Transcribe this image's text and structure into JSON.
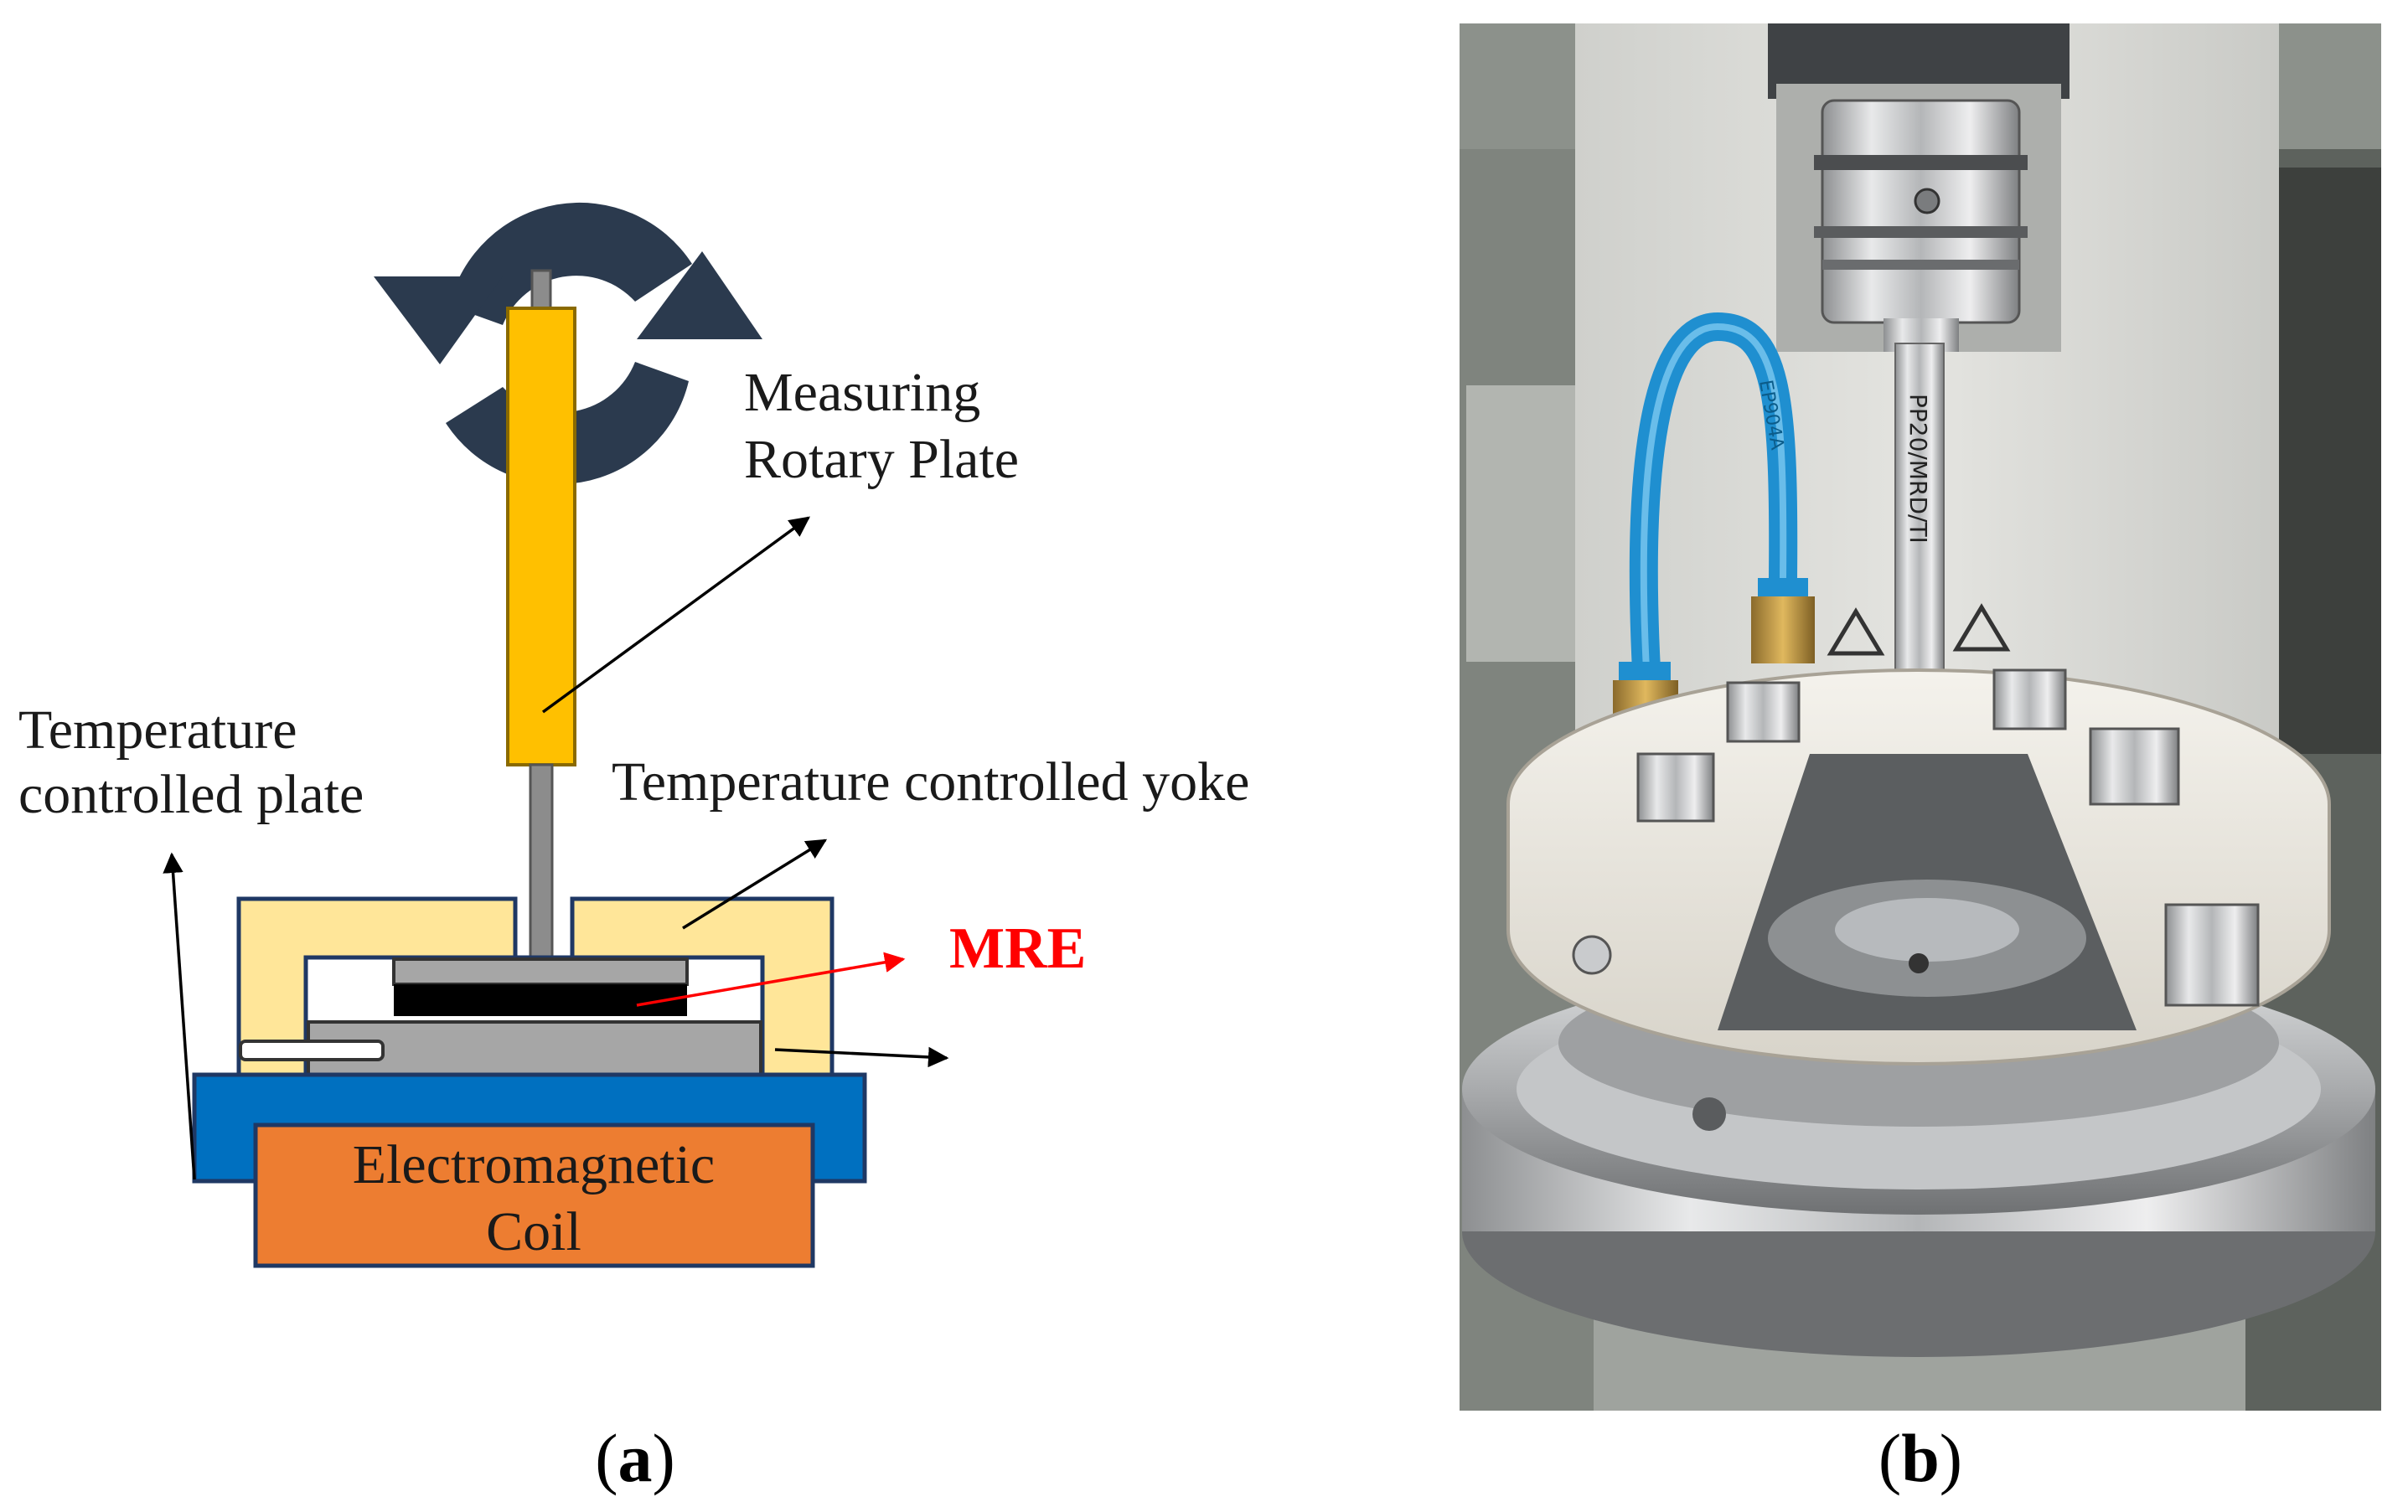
{
  "panel_a": {
    "label_rotary_line1": "Measuring",
    "label_rotary_line2": "Rotary Plate",
    "label_plate_line1": "Temperature",
    "label_plate_line2": "controlled plate",
    "label_yoke": "Temperature controlled yoke",
    "label_mre": "MRE",
    "label_coil_line1": "Electromagnetic",
    "label_coil_line2": "Coil",
    "caption_open": "(",
    "caption_letter": "a",
    "caption_close": ")",
    "icon": "rotation-arrows-icon"
  },
  "panel_b": {
    "shaft_text": "PP20/MRD/TI",
    "tube_text": "EP904A",
    "caption_open": "(",
    "caption_letter": "b",
    "caption_close": ")"
  },
  "colors": {
    "rotary_arrows": "#2b3a4e",
    "rotary_plate": "#ffc000",
    "yoke": "#ffe699",
    "base_plate": "#0070c0",
    "coil": "#ed7d31",
    "sample": "#000000",
    "mre_arrow": "#ff0000"
  }
}
